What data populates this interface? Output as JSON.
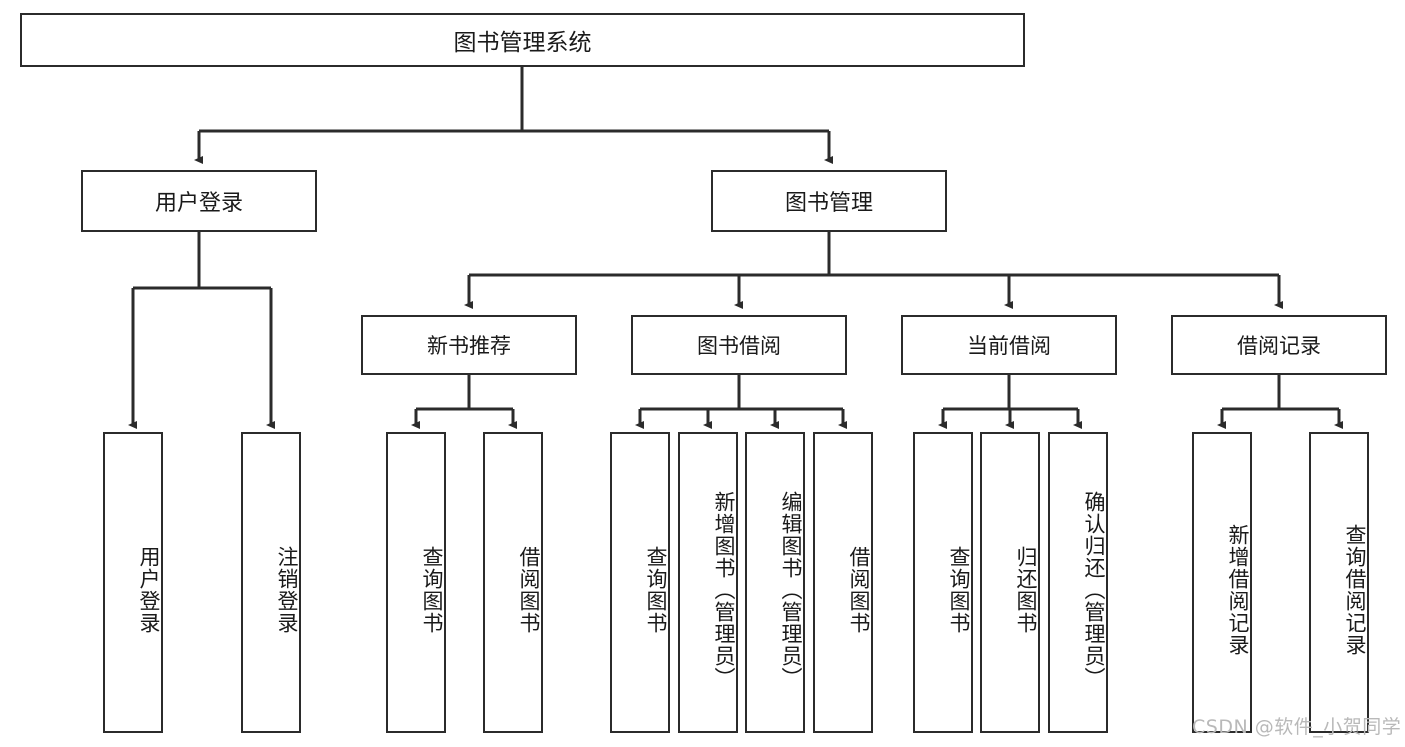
{
  "diagram": {
    "title": "图书管理系统",
    "type": "tree-hierarchy",
    "root": {
      "label": "图书管理系统"
    },
    "level2": [
      {
        "label": "用户登录"
      },
      {
        "label": "图书管理"
      }
    ],
    "level3": [
      {
        "label": "新书推荐"
      },
      {
        "label": "图书借阅"
      },
      {
        "label": "当前借阅"
      },
      {
        "label": "借阅记录"
      }
    ],
    "leaves": {
      "user_login": [
        {
          "label": "用户登录"
        },
        {
          "label": "注销登录"
        }
      ],
      "new_book_recommend": [
        {
          "label": "查询图书"
        },
        {
          "label": "借阅图书"
        }
      ],
      "book_borrow": [
        {
          "label": "查询图书"
        },
        {
          "label": "新增图书（管理员）"
        },
        {
          "label": "编辑图书（管理员）"
        },
        {
          "label": "借阅图书"
        }
      ],
      "current_borrow": [
        {
          "label": "查询图书"
        },
        {
          "label": "归还图书"
        },
        {
          "label": "确认归还（管理员）"
        }
      ],
      "borrow_record": [
        {
          "label": "新增借阅记录"
        },
        {
          "label": "查询借阅记录"
        }
      ]
    }
  },
  "watermark": {
    "text": "CSDN @软件_小贺同学"
  },
  "colors": {
    "stroke": "#2b2b2b",
    "background": "#ffffff",
    "text": "#1a1a1a",
    "watermark": "#b9b9b9"
  }
}
